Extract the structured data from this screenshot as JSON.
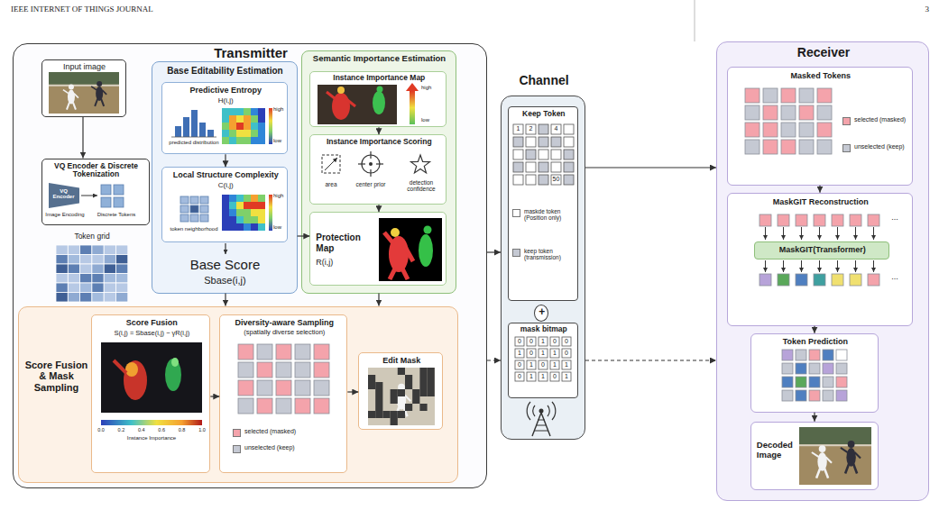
{
  "diagram": {
    "nodes": [
      {
        "text": [
          "Transmitter"
        ]
      },
      {
        "text": [
          "Input image"
        ],
        "in": 0
      },
      {
        "text": [
          "VQ Encoder & Discrete Tokenization"
        ],
        "in": 0
      },
      {
        "text": [
          "VQ Encoder"
        ],
        "in": 2
      },
      {
        "text": [
          "Base Editability Estimation",
          "Base Score",
          "Sbase(i,j)"
        ],
        "in": 0
      },
      {
        "text": [
          "Predictive Entropy",
          "H(i,j)"
        ],
        "in": 4
      },
      {
        "text": [
          "Local Structure Complexity",
          "C(i,j)"
        ],
        "in": 4
      },
      {
        "text": [
          "Semantic Importance Estimation"
        ],
        "in": 0
      },
      {
        "text": [
          "Instance Importance Map"
        ],
        "in": 7
      },
      {
        "text": [
          "Instance Importance Scoring"
        ],
        "in": 7
      },
      {
        "text": [
          "Protection Map",
          "R(i,j)"
        ],
        "in": 7
      },
      {
        "text": [
          "Score Fusion & Mask Sampling"
        ],
        "in": 0
      },
      {
        "text": [
          "Score Fusion",
          "S(i,j) = Sbase(i,j) − γR(i,j)"
        ],
        "in": 11
      },
      {
        "text": [
          "Diversity-aware Sampling",
          "(spatially diverse selection)"
        ],
        "in": 11
      },
      {
        "text": [
          "Edit Mask"
        ],
        "in": 11
      },
      {
        "text": [
          "Channel"
        ]
      },
      {
        "text": [
          "Keep Token"
        ],
        "in": 15
      },
      {
        "text": [
          "+"
        ],
        "in": 15
      },
      {
        "text": [
          "mask bitmap"
        ],
        "in": 15
      },
      {
        "text": [
          "Receiver"
        ]
      },
      {
        "text": [
          "Masked Tokens"
        ],
        "in": 19
      },
      {
        "text": [
          "MaskGIT Reconstruction"
        ],
        "in": 19
      },
      {
        "text": [
          "MaskGIT(Transformer)"
        ],
        "in": 21
      },
      {
        "text": [
          "Token Prediction"
        ],
        "in": 19
      },
      {
        "text": [
          "Decoded Image"
        ],
        "in": 19
      }
    ],
    "edges": [
      {
        "from": 1,
        "to": 2,
        "arrow": "to"
      },
      {
        "from": 5,
        "to": 6,
        "arrow": "to"
      },
      {
        "from": 4,
        "to": 10,
        "arrow": "to"
      },
      {
        "from": 8,
        "to": 9,
        "arrow": "to"
      },
      {
        "from": 9,
        "to": 10,
        "arrow": "to"
      },
      {
        "from": 4,
        "to": 11,
        "arrow": "to"
      },
      {
        "from": 7,
        "to": 11,
        "arrow": "to"
      },
      {
        "from": 12,
        "to": 13,
        "arrow": "to"
      },
      {
        "from": 13,
        "to": 14,
        "arrow": "to"
      },
      {
        "from": 0,
        "to": 15,
        "arrow": "to"
      },
      {
        "from": 0,
        "to": 15,
        "arrow": "to"
      },
      {
        "from": 15,
        "to": 19,
        "arrow": "to"
      },
      {
        "from": 15,
        "to": 19,
        "arrow": "to"
      },
      {
        "from": 20,
        "to": 21,
        "arrow": "to"
      },
      {
        "from": 21,
        "to": 23,
        "arrow": "to"
      },
      {
        "from": 23,
        "to": 24,
        "arrow": "to"
      }
    ],
    "labels": [
      "IEEE INTERNET OF THINGS JOURNAL",
      "3",
      "Image Encoding",
      "Discrete Tokens",
      "Token grid",
      "predicted distribution",
      "high",
      "low",
      "token neighborhood",
      "high",
      "low",
      "high",
      "low",
      "area",
      "center prior",
      "detection confidence",
      "0.0",
      "0.2",
      "0.4",
      "0.6",
      "0.8",
      "1.0",
      "Instance Importance",
      "1",
      "2",
      "4",
      "50",
      "0",
      "0",
      "1",
      "0",
      "0",
      "1",
      "0",
      "1",
      "1",
      "0",
      "0",
      "1",
      "0",
      "1",
      "1",
      "0",
      "1",
      "1",
      "0",
      "1",
      "...",
      "..."
    ],
    "legend": [
      {
        "text": "selected (masked)",
        "color": "#f4a3ab"
      },
      {
        "text": "unselected (keep)",
        "color": "#c5c9d3"
      },
      {
        "text": "maskde token (Position only)",
        "color": "#ffffff"
      },
      {
        "text": "keep token (transmission)",
        "color": "#c5c9d3"
      },
      {
        "text": "selected (masked)",
        "color": "#f4a3ab"
      },
      {
        "text": "unselected (keep)",
        "color": "#c5c9d3"
      }
    ]
  }
}
